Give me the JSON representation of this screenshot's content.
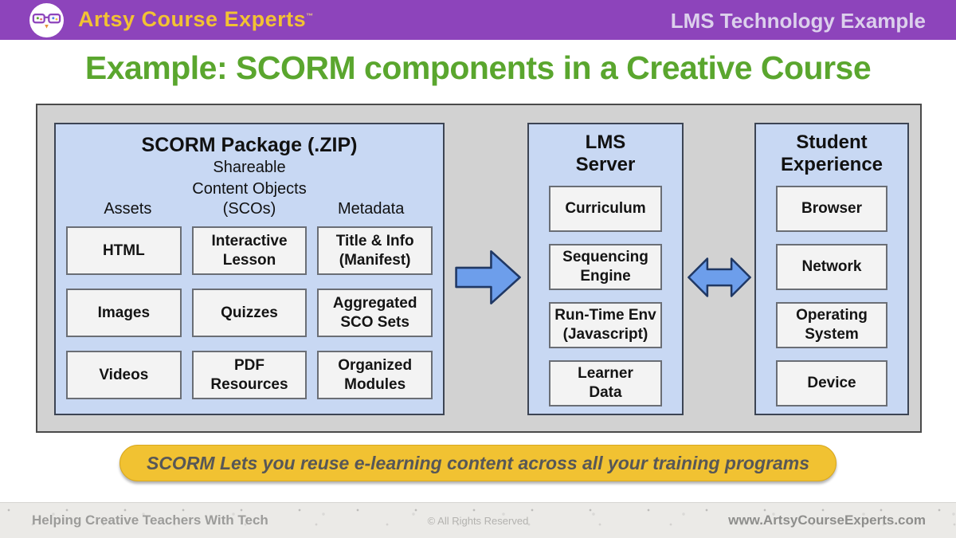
{
  "header": {
    "brand": "Artsy Course Experts",
    "trademark": "™",
    "page_label": "LMS Technology Example"
  },
  "slide": {
    "title": "Example: SCORM components in a Creative Course"
  },
  "diagram": {
    "scorm": {
      "title": "SCORM Package (.ZIP)",
      "subtitle_line1": "Shareable",
      "subtitle_line2": "Content Objects",
      "subtitle_line3": "(SCOs)",
      "assets_header": "Assets",
      "metadata_header": "Metadata",
      "boxes": [
        {
          "label": "HTML"
        },
        {
          "label": "Interactive\nLesson"
        },
        {
          "label": "Title & Info\n(Manifest)"
        },
        {
          "label": "Images"
        },
        {
          "label": "Quizzes"
        },
        {
          "label": "Aggregated\nSCO Sets"
        },
        {
          "label": "Videos"
        },
        {
          "label": "PDF\nResources"
        },
        {
          "label": "Organized\nModules"
        }
      ]
    },
    "lms": {
      "title_line1": "LMS",
      "title_line2": "Server",
      "boxes": [
        {
          "label": "Curriculum"
        },
        {
          "label": "Sequencing\nEngine"
        },
        {
          "label": "Run-Time Env\n(Javascript)"
        },
        {
          "label": "Learner\nData"
        }
      ]
    },
    "student": {
      "title_line1": "Student",
      "title_line2": "Experience",
      "boxes": [
        {
          "label": "Browser"
        },
        {
          "label": "Network"
        },
        {
          "label": "Operating\nSystem"
        },
        {
          "label": "Device"
        }
      ]
    }
  },
  "banner": {
    "text": "SCORM Lets you reuse e-learning content across all your training programs"
  },
  "footer": {
    "left": "Helping Creative Teachers With Tech",
    "center": "© All Rights Reserved",
    "right": "www.ArtsyCourseExperts.com"
  },
  "colors": {
    "header_purple": "#8d44bb",
    "brand_yellow": "#f2c233",
    "title_green": "#5aa62e",
    "panel_blue": "#c8d8f3",
    "arrow_blue": "#6d9eeb",
    "arrow_border": "#203864",
    "container_gray": "#d2d2d2",
    "banner_gold": "#f1c232",
    "banner_text_gray": "#575757"
  }
}
